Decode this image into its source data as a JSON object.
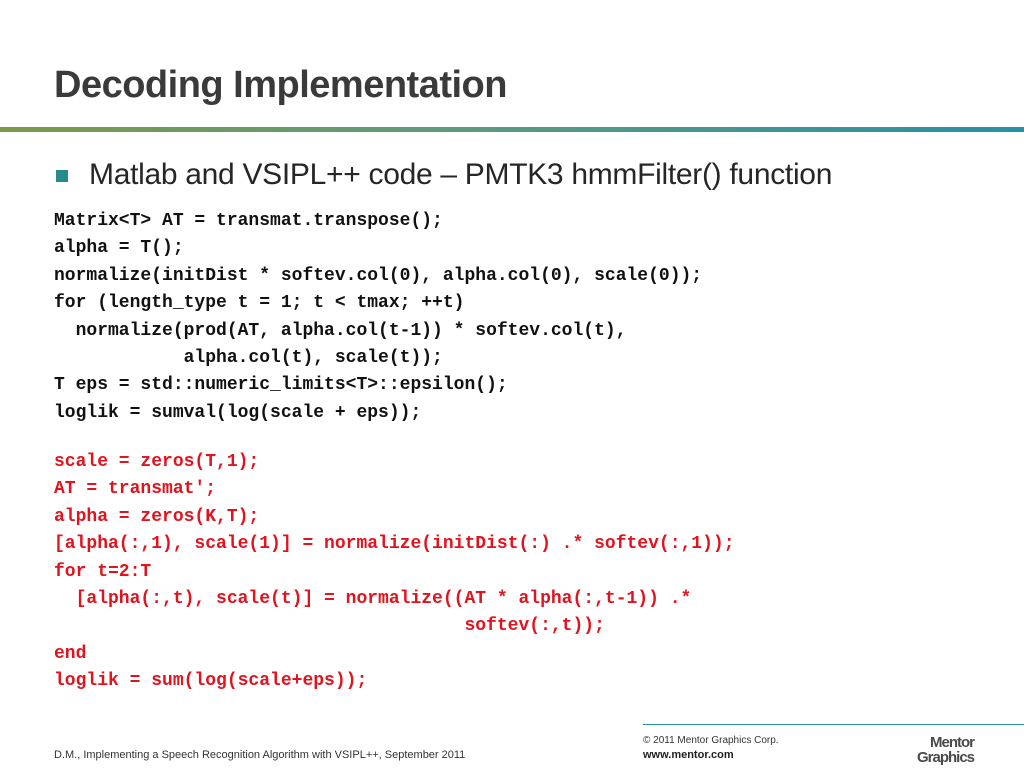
{
  "slide": {
    "title": "Decoding Implementation",
    "bullet": "Matlab and VSIPL++ code – PMTK3 hmmFilter() function",
    "cpp_code": [
      "Matrix<T> AT = transmat.transpose();",
      "alpha = T();",
      "normalize(initDist * softev.col(0), alpha.col(0), scale(0));",
      "for (length_type t = 1; t < tmax; ++t)",
      "  normalize(prod(AT, alpha.col(t-1)) * softev.col(t),",
      "            alpha.col(t), scale(t));",
      "T eps = std::numeric_limits<T>::epsilon();",
      "loglik = sumval(log(scale + eps));"
    ],
    "matlab_code": [
      "scale = zeros(T,1);",
      "AT = transmat';",
      "alpha = zeros(K,T);",
      "[alpha(:,1), scale(1)] = normalize(initDist(:) .* softev(:,1));",
      "for t=2:T",
      "  [alpha(:,t), scale(t)] = normalize((AT * alpha(:,t-1)) .*",
      "                                      softev(:,t));",
      "end",
      "loglik = sum(log(scale+eps));"
    ]
  },
  "footer": {
    "citation": "D.M., Implementing a Speech Recognition Algorithm with VSIPL++, September 2011",
    "copyright": "© 2011 Mentor Graphics Corp.",
    "url": "www.mentor.com"
  },
  "logo": {
    "line1": "Mentor",
    "line2": "Graphics",
    "color": "#4a4a4a"
  },
  "colors": {
    "accent": "#26898f",
    "matlab_code": "#e0141e",
    "cpp_code": "#111111"
  }
}
